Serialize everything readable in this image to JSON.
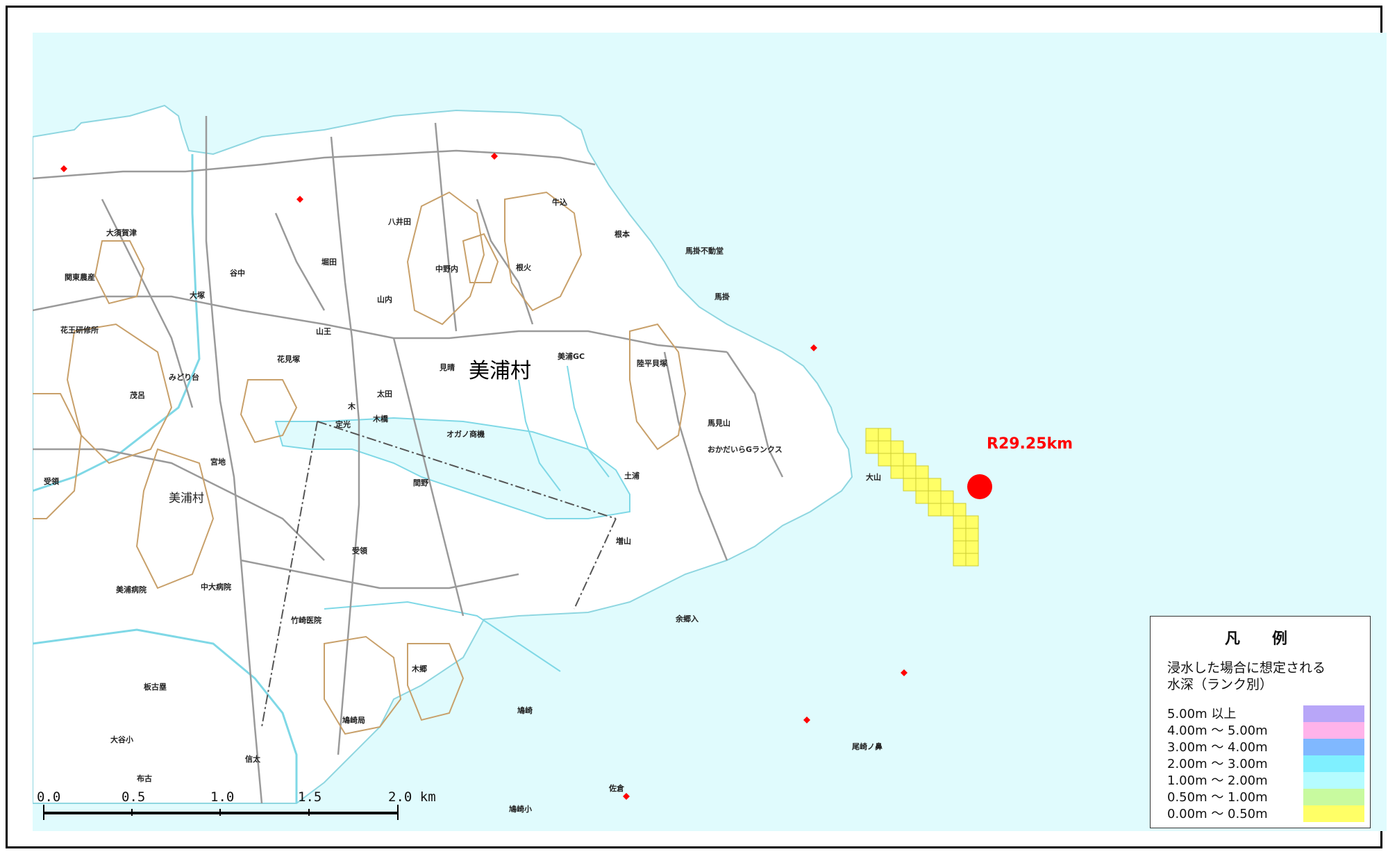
{
  "colors": {
    "sea": "#e0fbfd",
    "land": "#ffffff",
    "road": "#9a9a9a",
    "contour": "#c8a06a",
    "river": "#7fd8e6",
    "marker": "#ff0000",
    "inundation_shallow": "#ffff66"
  },
  "map": {
    "village_label_main": "美浦村",
    "village_label_small": "美浦村",
    "point_label": "R29.25km",
    "place_names": [
      "牛込",
      "八井田",
      "大須賀津",
      "根本",
      "堀田",
      "馬掛",
      "谷中",
      "中野内",
      "根火",
      "大塚",
      "山内",
      "山王",
      "花見塚",
      "見晴",
      "美浦GC",
      "茂呂",
      "みどり台",
      "太田",
      "木",
      "木橋",
      "定光",
      "馬見山",
      "宮地",
      "受領",
      "大山",
      "間野",
      "土浦",
      "受領",
      "余郷入",
      "木郷",
      "鳩崎",
      "信太",
      "佐倉",
      "オガノ商機",
      "おかだいらGランクス",
      "関東農産",
      "花王研修所",
      "中大病院",
      "美浦病院",
      "竹崎医院",
      "鳩崎局",
      "陸平貝塚",
      "馬掛不動堂",
      "板古塁",
      "大谷小",
      "鳩崎小",
      "尾崎ノ鼻",
      "増山",
      "布古"
    ]
  },
  "scale_bar": {
    "ticks": [
      "0.0",
      "0.5",
      "1.0",
      "1.5",
      "2.0 km"
    ]
  },
  "legend": {
    "title": "凡　例",
    "description_line1": "浸水した場合に想定される",
    "description_line2": "水深（ランク別）",
    "items": [
      {
        "label": "5.00m 以上",
        "color": "#b8a6f8"
      },
      {
        "label": "4.00m ～ 5.00m",
        "color": "#ffb3ea"
      },
      {
        "label": "3.00m ～ 4.00m",
        "color": "#80b8ff"
      },
      {
        "label": "2.00m ～ 3.00m",
        "color": "#7ff0ff"
      },
      {
        "label": "1.00m ～ 2.00m",
        "color": "#b5fcff"
      },
      {
        "label": "0.50m ～ 1.00m",
        "color": "#c8fa9f"
      },
      {
        "label": "0.00m ～ 0.50m",
        "color": "#ffff66"
      }
    ]
  }
}
